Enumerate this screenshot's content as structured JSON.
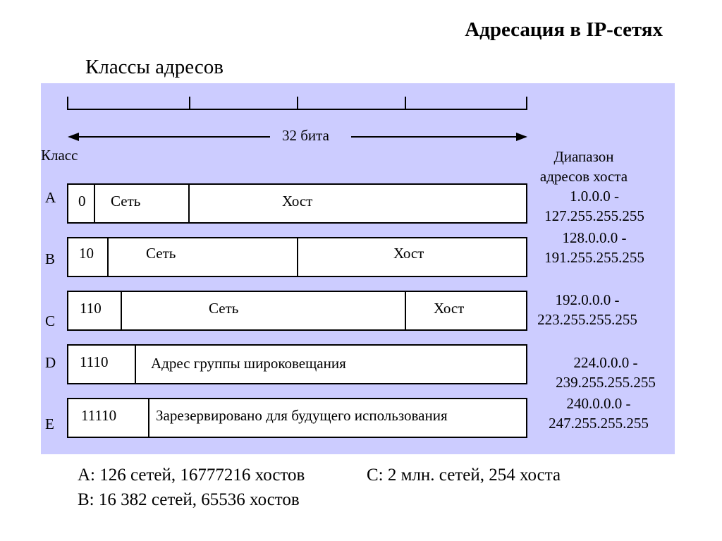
{
  "title": "Адресация в IP-сетях",
  "subtitle": "Классы адресов",
  "bits_label": "32 бита",
  "col_class": "Класс",
  "col_range": [
    "Диапазон",
    "адресов хоста"
  ],
  "rows": [
    {
      "cls": "A",
      "prefix": "0",
      "fields": [
        "Сеть",
        "Хост"
      ],
      "range": [
        "1.0.0.0 -",
        "127.255.255.255"
      ]
    },
    {
      "cls": "B",
      "prefix": "10",
      "fields": [
        "Сеть",
        "Хост"
      ],
      "range": [
        "128.0.0.0 -",
        "191.255.255.255"
      ]
    },
    {
      "cls": "C",
      "prefix": "110",
      "fields": [
        "Сеть",
        "Хост"
      ],
      "range": [
        "192.0.0.0 -",
        "223.255.255.255"
      ]
    },
    {
      "cls": "D",
      "prefix": "1110",
      "fields": [
        "Адрес группы широковещания"
      ],
      "range": [
        "224.0.0.0 -",
        "239.255.255.255"
      ]
    },
    {
      "cls": "E",
      "prefix": "11110",
      "fields": [
        "Зарезервировано для будущего использования"
      ],
      "range": [
        "240.0.0.0 -",
        "247.255.255.255"
      ]
    }
  ],
  "notes": {
    "a": "А: 126 сетей, 16777216 хостов",
    "b": "В: 16 382 сетей, 65536 хостов",
    "c": "С: 2 млн. сетей, 254 хоста"
  },
  "colors": {
    "panel": "#ccccff",
    "box": "#ffffff",
    "line": "#000000"
  }
}
